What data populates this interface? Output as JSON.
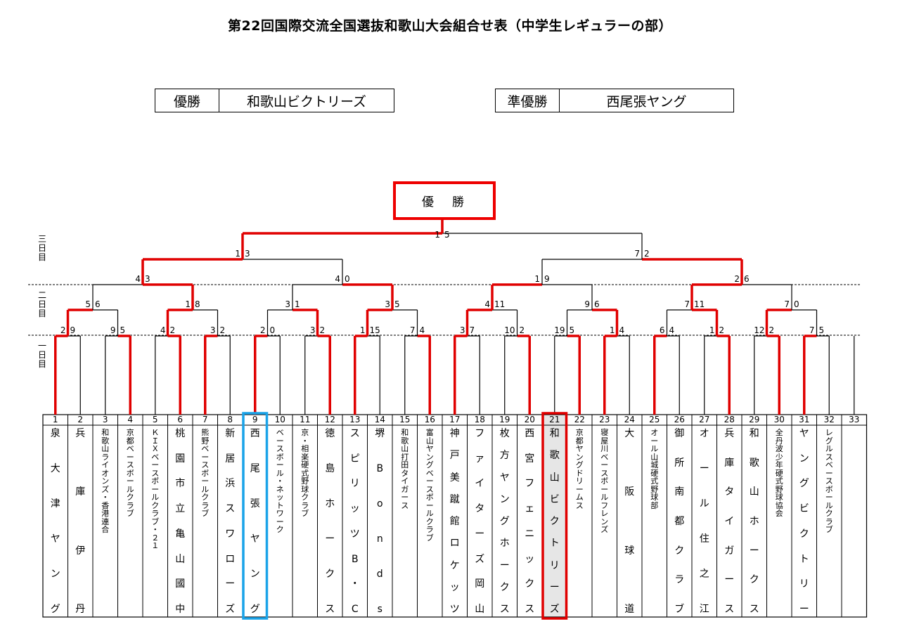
{
  "title": "第22回国際交流全国選抜和歌山大会組合せ表（中学生レギュラーの部）",
  "results": {
    "winner_label": "優勝",
    "winner_team": "和歌山ビクトリーズ",
    "runner_up_label": "準優勝",
    "runner_up_team": "西尾張ヤング"
  },
  "champion_box": "優勝",
  "day_labels": {
    "day3": "三日目",
    "day2": "二日目",
    "day1": "一日目"
  },
  "colors": {
    "winner_path": "#e00000",
    "highlight_blue": "#1aa3e8",
    "winner_fill": "#e6e6e6"
  },
  "teams": [
    {
      "num": "1",
      "name": "泉大津ヤング"
    },
    {
      "num": "2",
      "name": "兵庫伊丹"
    },
    {
      "num": "3",
      "name": "和歌山ライオンズ・香港連合"
    },
    {
      "num": "4",
      "name": "京都ベースボールクラブ"
    },
    {
      "num": "5",
      "name": "ＫＩＸベースボールクラブ・２１"
    },
    {
      "num": "6",
      "name": "桃園市立亀山國中"
    },
    {
      "num": "7",
      "name": "熊野ベースボールクラブ"
    },
    {
      "num": "8",
      "name": "新居浜スワローズ"
    },
    {
      "num": "9",
      "name": "西尾張ヤング"
    },
    {
      "num": "10",
      "name": "ベースボール・ネットワーク"
    },
    {
      "num": "11",
      "name": "京・相楽硬式野球クラブ"
    },
    {
      "num": "12",
      "name": "徳島ホークス"
    },
    {
      "num": "13",
      "name": "スピリッツB・C"
    },
    {
      "num": "14",
      "name": "堺Bonds"
    },
    {
      "num": "15",
      "name": "和歌山打田タイガース"
    },
    {
      "num": "16",
      "name": "富山ヤングベースボールクラブ"
    },
    {
      "num": "17",
      "name": "神戸美蹴館ロケッツ"
    },
    {
      "num": "18",
      "name": "ファイターズ岡山"
    },
    {
      "num": "19",
      "name": "枚方ヤングホークス"
    },
    {
      "num": "20",
      "name": "西宮フェニックス"
    },
    {
      "num": "21",
      "name": "和歌山ビクトリーズ"
    },
    {
      "num": "22",
      "name": "京都ヤングドリームス"
    },
    {
      "num": "23",
      "name": "寝屋川ベースボールフレンズ"
    },
    {
      "num": "24",
      "name": "大阪球道"
    },
    {
      "num": "25",
      "name": "オール山城硬式野球部"
    },
    {
      "num": "26",
      "name": "御所南都クラブ"
    },
    {
      "num": "27",
      "name": "オール住之江"
    },
    {
      "num": "28",
      "name": "兵庫タイガース"
    },
    {
      "num": "29",
      "name": "和歌山ホークス"
    },
    {
      "num": "30",
      "name": "全丹波少年硬式野球協会"
    },
    {
      "num": "31",
      "name": "ヤングビクトリー"
    },
    {
      "num": "32",
      "name": "レグルスベースボールクラブ"
    },
    {
      "num": "33",
      "name": ""
    }
  ],
  "scores": {
    "r1": [
      [
        "2",
        "9"
      ],
      [
        "9",
        "5"
      ],
      [
        "4",
        "2"
      ],
      [
        "3",
        "2"
      ],
      [
        "2",
        "0"
      ],
      [
        "3",
        "2"
      ],
      [
        "1",
        "15"
      ],
      [
        "7",
        "4"
      ],
      [
        "3",
        "7"
      ],
      [
        "10",
        "2"
      ],
      [
        "19",
        "5"
      ],
      [
        "1",
        "4"
      ],
      [
        "6",
        "4"
      ],
      [
        "1",
        "2"
      ],
      [
        "12",
        "2"
      ],
      [
        "7",
        "5"
      ]
    ],
    "r2": [
      [
        "5",
        "6"
      ],
      [
        "1",
        "8"
      ],
      [
        "3",
        "1"
      ],
      [
        "3",
        "5"
      ],
      [
        "4",
        "11"
      ],
      [
        "9",
        "6"
      ],
      [
        "7",
        "11"
      ],
      [
        "7",
        "0"
      ]
    ],
    "r3": [
      [
        "4",
        "3"
      ],
      [
        "4",
        "0"
      ],
      [
        "1",
        "9"
      ],
      [
        "2",
        "6"
      ]
    ],
    "r4": [
      [
        "1",
        "3"
      ],
      [
        "7",
        "2"
      ]
    ],
    "final": [
      "1",
      "5"
    ]
  }
}
